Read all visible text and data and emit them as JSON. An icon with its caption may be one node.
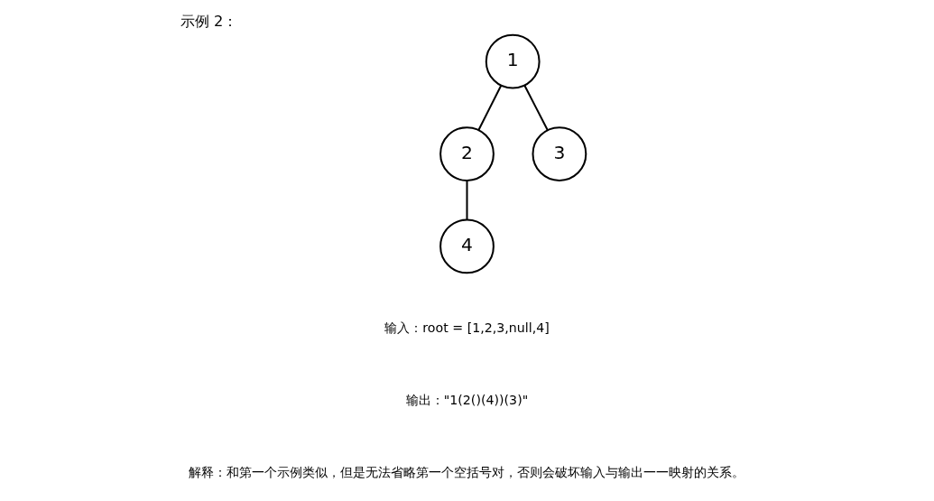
{
  "diagram": {
    "title": "示例 2：",
    "nodes": [
      {
        "text": [
          "1"
        ]
      },
      {
        "text": [
          "2"
        ]
      },
      {
        "text": [
          "3"
        ]
      },
      {
        "text": [
          "4"
        ]
      }
    ],
    "edges": [
      {
        "from": 0,
        "to": 1,
        "arrow": "none"
      },
      {
        "from": 0,
        "to": 2,
        "arrow": "none"
      },
      {
        "from": 1,
        "to": 3,
        "arrow": "none"
      }
    ],
    "labels": [
      "输入：root = [1,2,3,null,4]",
      "输出：\"1(2()(4))(3)\"",
      "解释：和第一个示例类似，但是无法省略第一个空括号对，否则会破坏输入与输出一一映射的关系。"
    ]
  }
}
